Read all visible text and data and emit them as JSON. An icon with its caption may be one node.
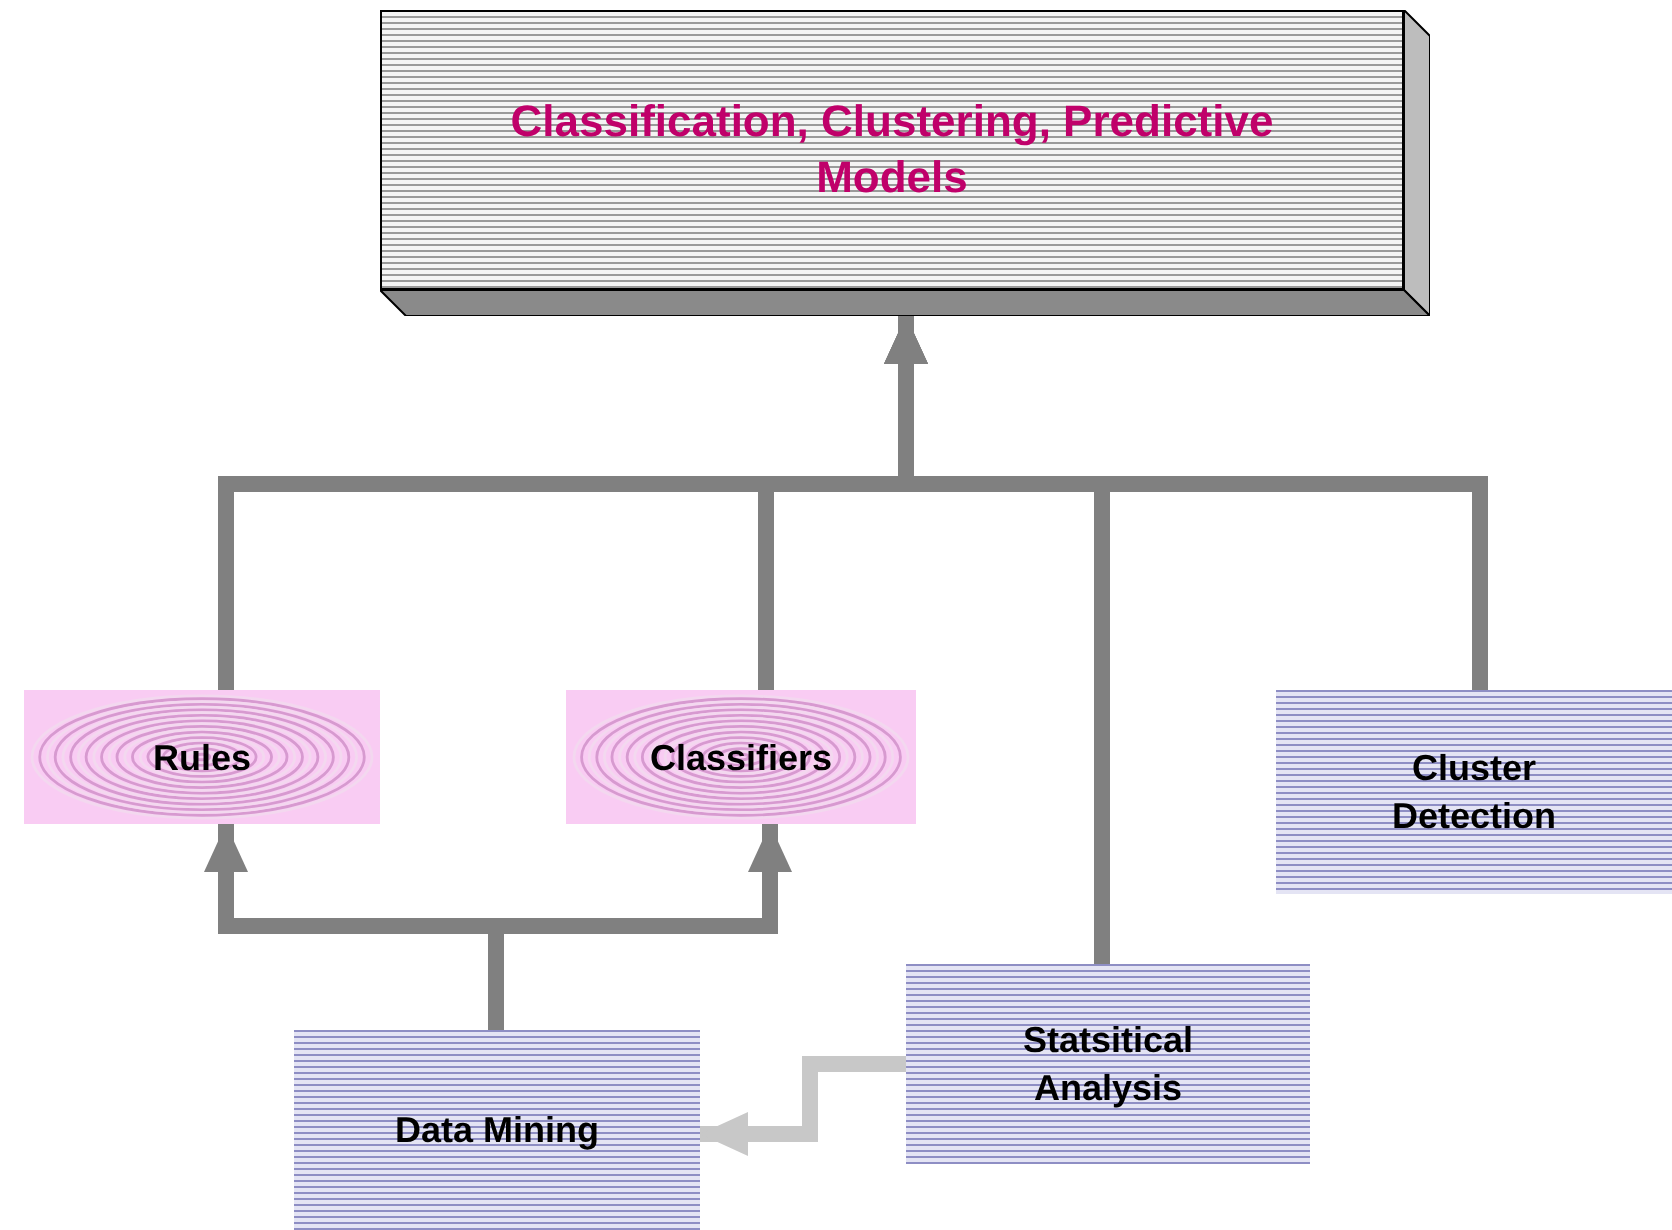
{
  "diagram": {
    "nodes": [
      {
        "text": [
          "Classification, Clustering, Predictive Models"
        ]
      },
      {
        "text": [
          "Rules"
        ]
      },
      {
        "text": [
          "Classifiers"
        ]
      },
      {
        "text": [
          "Cluster Detection"
        ]
      },
      {
        "text": [
          "Statsitical Analysis"
        ]
      },
      {
        "text": [
          "Data Mining"
        ]
      }
    ],
    "edges": [
      {
        "from": 1,
        "to": 0,
        "arrow": "to"
      },
      {
        "from": 2,
        "to": 0,
        "arrow": "to"
      },
      {
        "from": 4,
        "to": 0,
        "arrow": "to"
      },
      {
        "from": 3,
        "to": 0,
        "arrow": "to"
      },
      {
        "from": 5,
        "to": 1,
        "arrow": "to"
      },
      {
        "from": 5,
        "to": 2,
        "arrow": "to"
      },
      {
        "from": 4,
        "to": 5,
        "arrow": "to",
        "color": "#c8c8c8"
      }
    ]
  }
}
